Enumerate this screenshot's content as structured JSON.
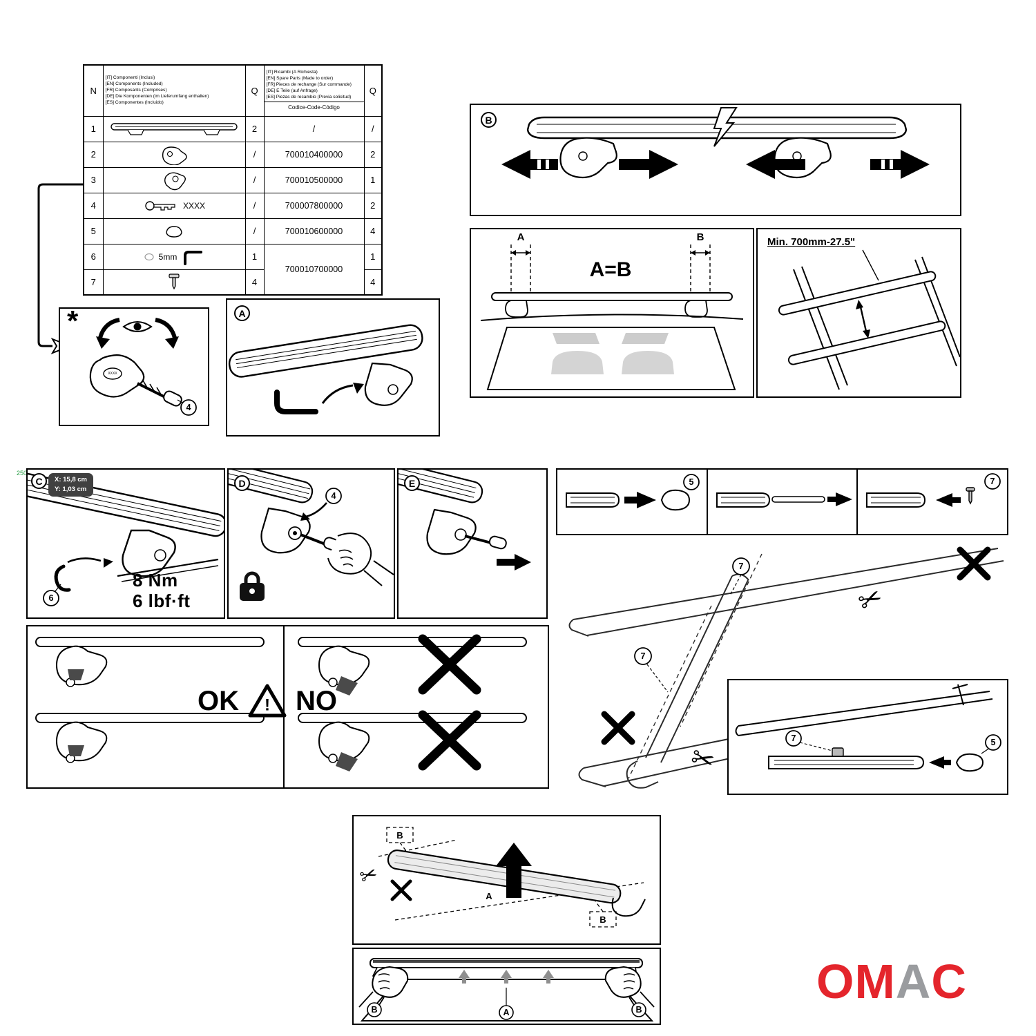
{
  "page_marker": "250",
  "icons": {
    "scissors": "✂"
  },
  "parts_table": {
    "headers": {
      "n": "N",
      "q_included": "Q",
      "q_spare": "Q",
      "code": "Codice-Code-Código",
      "included_lines": [
        "[IT] Componenti (Inclusi)",
        "[EN] Components (Included)",
        "[FR] Composants (Comprises)",
        "[DE] Die Komponenten (im Lieferumfang enthalten)",
        "[ES] Componentes (Incluido)"
      ],
      "spare_lines": [
        "[IT] Ricambi (A Richiesta)",
        "[EN] Spare Parts (Made to order)",
        "[FR] Pieces de rechange (Sur commande)",
        "[DE] E Teile (auf Anfrage)",
        "[ES] Piezas de recambio (Previa solicitud)"
      ]
    },
    "rows": [
      {
        "n": "1",
        "q_included": "2",
        "code": "/",
        "q_spare": "/"
      },
      {
        "n": "2",
        "q_included": "/",
        "code": "700010400000",
        "q_spare": "2"
      },
      {
        "n": "3",
        "q_included": "/",
        "code": "700010500000",
        "q_spare": "1"
      },
      {
        "n": "4",
        "part_label": "XXXX",
        "q_included": "/",
        "code": "700007800000",
        "q_spare": "2"
      },
      {
        "n": "5",
        "q_included": "/",
        "code": "700010600000",
        "q_spare": "4"
      },
      {
        "n": "6",
        "part_label": "5mm",
        "q_included": "1",
        "code": "700010700000",
        "q_spare": "1"
      },
      {
        "n": "7",
        "q_included": "4",
        "q_spare": "4"
      }
    ]
  },
  "panels": {
    "star": {
      "mark": "*",
      "ref": "4",
      "key_label": "XXXX"
    },
    "a": {
      "label": "A"
    },
    "b": {
      "label": "B"
    },
    "measure": {
      "dim_a": "A",
      "dim_b": "B",
      "equation": "A=B"
    },
    "min_span": {
      "note": "Min. 700mm-27.5\""
    },
    "c": {
      "label": "C",
      "dim_x": "X: 15,8 cm",
      "dim_y": "Y: 1,03 cm",
      "ref": "6",
      "torque_nm": "8 Nm",
      "torque_lbf": "6 lbf·ft"
    },
    "d": {
      "label": "D",
      "ref": "4"
    },
    "e": {
      "label": "E"
    },
    "cap_insert": {
      "ref": "5"
    },
    "pin_insert": {
      "ref": "7"
    },
    "roof_cut": {
      "ref_top": "7",
      "ref_bottom": "7"
    },
    "ok_no": {
      "ok_label": "OK",
      "warn": "!",
      "no_label": "NO"
    },
    "rail_detail": {
      "ref_pin": "7",
      "ref_cap": "5"
    },
    "position": {
      "label_a": "A",
      "label_b_top": "B",
      "label_b_bottom": "B"
    },
    "hands": {
      "label_a": "A",
      "label_b_left": "B",
      "label_b_right": "B"
    }
  },
  "logo": {
    "part1": "OM",
    "part2": "A",
    "part3": "C",
    "red": "#E4252C",
    "gray": "#9A9C9F"
  }
}
